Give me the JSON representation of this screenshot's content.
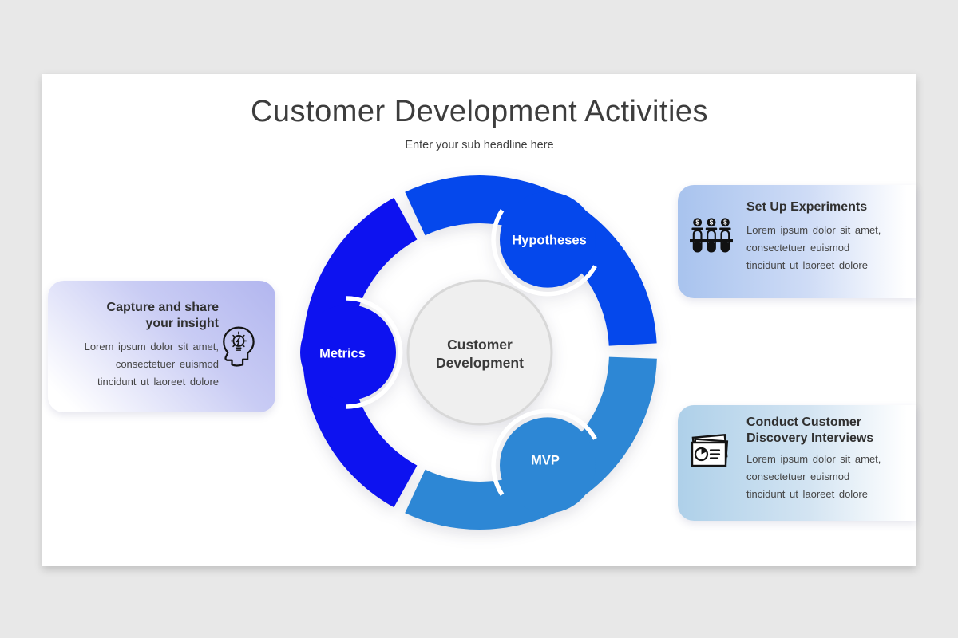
{
  "slide": {
    "title": "Customer Development Activities",
    "subtitle": "Enter your sub headline here"
  },
  "diagram": {
    "center": {
      "line1": "Customer",
      "line2": "Development"
    },
    "nodes": [
      {
        "label": "Hypotheses",
        "color": "#0548ec"
      },
      {
        "label": "Metrics",
        "color": "#0d12f0"
      },
      {
        "label": "MVP",
        "color": "#2d87d5"
      }
    ]
  },
  "cards": [
    {
      "icon": "head-lightbulb-icon",
      "title_lines": [
        "Capture and share",
        "your insight"
      ],
      "body_lines": [
        "Lorem ipsum dolor sit amet,",
        "consectetuer euismod",
        "tincidunt ut laoreet dolore"
      ]
    },
    {
      "icon": "money-test-tubes-icon",
      "title_lines": [
        "Set Up Experiments"
      ],
      "body_lines": [
        "Lorem ipsum dolor sit amet,",
        "consectetuer euismod",
        "tincidunt ut laoreet dolore"
      ]
    },
    {
      "icon": "report-documents-icon",
      "title_lines": [
        "Conduct Customer",
        "Discovery Interviews"
      ],
      "body_lines": [
        "Lorem ipsum dolor sit amet,",
        "consectetuer euismod",
        "tincidunt ut laoreet dolore"
      ]
    }
  ],
  "colors": {
    "background": "#e8e8e8",
    "slide": "#ffffff",
    "segment_hypotheses": "#0548ec",
    "segment_metrics": "#0d12f0",
    "segment_mvp": "#2d87d5",
    "center_circle_fill": "#efefef",
    "center_circle_border": "#d8d8d8",
    "card_insight_tint": "#b2b6ef",
    "card_experiments_tint": "#a8c3ee",
    "card_interviews_tint": "#aed0e9"
  }
}
